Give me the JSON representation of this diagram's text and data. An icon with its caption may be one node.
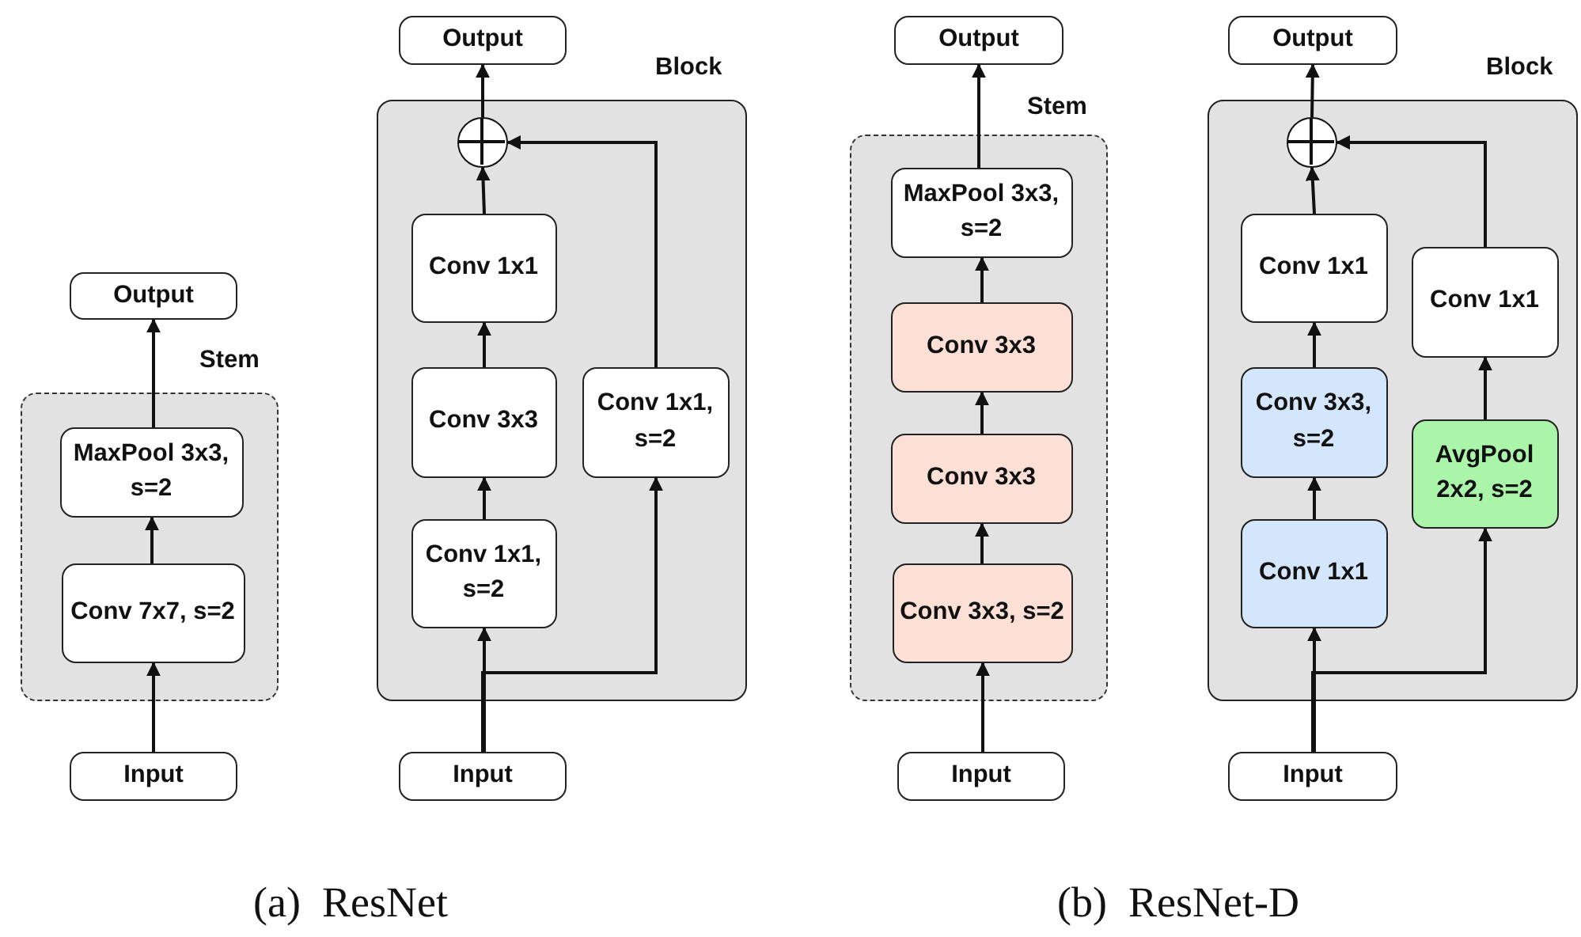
{
  "diagram": {
    "nodes": [
      {
        "text": [
          "Output"
        ]
      },
      {
        "text": [
          "Stem"
        ]
      },
      {
        "text": [
          "MaxPool 3x3, s=2"
        ],
        "in": 1
      },
      {
        "text": [
          "Conv 7x7, s=2"
        ],
        "in": 1
      },
      {
        "text": [
          "Input"
        ]
      },
      {
        "text": [
          "Output"
        ]
      },
      {
        "text": [
          "Block"
        ]
      },
      {
        "text": [],
        "shape": "circle",
        "in": 6
      },
      {
        "text": [
          "Conv 1x1"
        ],
        "in": 6
      },
      {
        "text": [
          "Conv 3x3"
        ],
        "in": 6
      },
      {
        "text": [
          "Conv 1x1, s=2"
        ],
        "in": 6
      },
      {
        "text": [
          "Conv 1x1, s=2"
        ],
        "in": 6
      },
      {
        "text": [
          "Input"
        ]
      },
      {
        "text": [
          "Output"
        ]
      },
      {
        "text": [
          "Stem"
        ]
      },
      {
        "text": [
          "MaxPool 3x3, s=2"
        ],
        "in": 14
      },
      {
        "text": [
          "Conv 3x3"
        ],
        "in": 14
      },
      {
        "text": [
          "Conv 3x3"
        ],
        "in": 14
      },
      {
        "text": [
          "Conv 3x3, s=2"
        ],
        "in": 14
      },
      {
        "text": [
          "Input"
        ]
      },
      {
        "text": [
          "Output"
        ]
      },
      {
        "text": [
          "Block"
        ]
      },
      {
        "text": [],
        "shape": "circle",
        "in": 21
      },
      {
        "text": [
          "Conv 1x1"
        ],
        "in": 21
      },
      {
        "text": [
          "Conv 1x1"
        ],
        "in": 21
      },
      {
        "text": [
          "Conv 3x3, s=2"
        ],
        "in": 21
      },
      {
        "text": [
          "AvgPool 2x2, s=2"
        ],
        "in": 21
      },
      {
        "text": [
          "Conv 1x1"
        ],
        "in": 21
      },
      {
        "text": [
          "Input"
        ]
      }
    ],
    "edges": [
      {
        "from": 4,
        "to": 3,
        "arrow": "to"
      },
      {
        "from": 3,
        "to": 2,
        "arrow": "to"
      },
      {
        "from": 2,
        "to": 0,
        "arrow": "to"
      },
      {
        "from": 12,
        "to": 10,
        "arrow": "to"
      },
      {
        "from": 12,
        "to": 11,
        "arrow": "to"
      },
      {
        "from": 10,
        "to": 9,
        "arrow": "to"
      },
      {
        "from": 9,
        "to": 8,
        "arrow": "to"
      },
      {
        "from": 8,
        "to": 7,
        "arrow": "to"
      },
      {
        "from": 11,
        "to": 7,
        "arrow": "to"
      },
      {
        "from": 7,
        "to": 5,
        "arrow": "to"
      },
      {
        "from": 19,
        "to": 18,
        "arrow": "to"
      },
      {
        "from": 18,
        "to": 17,
        "arrow": "to"
      },
      {
        "from": 17,
        "to": 16,
        "arrow": "to"
      },
      {
        "from": 16,
        "to": 15,
        "arrow": "to"
      },
      {
        "from": 15,
        "to": 13,
        "arrow": "to"
      },
      {
        "from": 28,
        "to": 27,
        "arrow": "to"
      },
      {
        "from": 28,
        "to": 26,
        "arrow": "to"
      },
      {
        "from": 27,
        "to": 25,
        "arrow": "to"
      },
      {
        "from": 25,
        "to": 23,
        "arrow": "to"
      },
      {
        "from": 23,
        "to": 22,
        "arrow": "to"
      },
      {
        "from": 26,
        "to": 24,
        "arrow": "to"
      },
      {
        "from": 24,
        "to": 22,
        "arrow": "to"
      },
      {
        "from": 22,
        "to": 20,
        "arrow": "to"
      }
    ],
    "labels": [
      "(a)  ResNet",
      "(b)  ResNet-D"
    ]
  }
}
